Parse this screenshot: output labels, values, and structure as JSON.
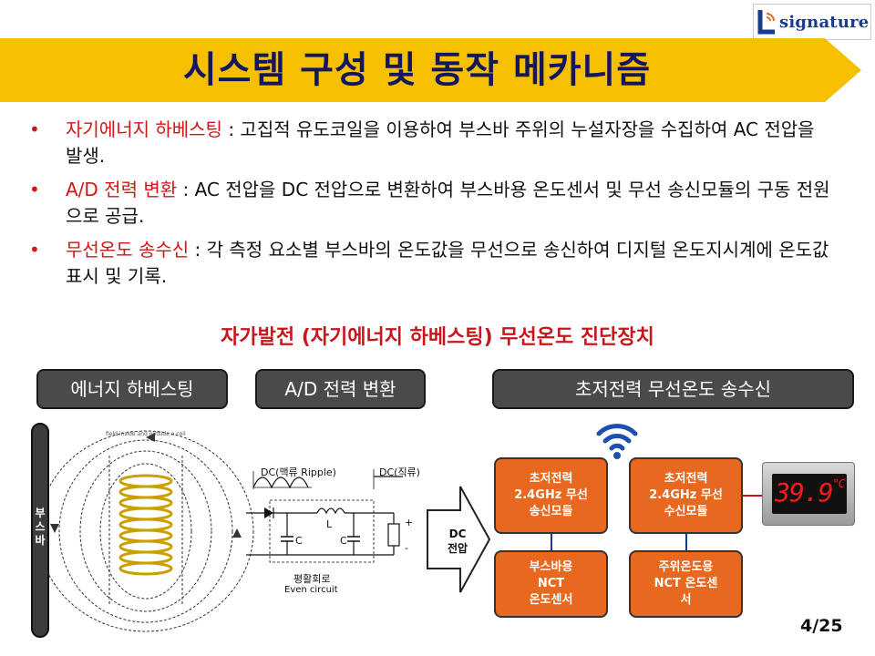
{
  "logo": {
    "text": "signature"
  },
  "title": "시스템 구성 및 동작 메카니즘",
  "bullets": [
    {
      "key": "자기에너지 하베스팅",
      "text": " : 고집적 유도코일을 이용하여 부스바 주위의 누설자장을 수집하여 AC 전압을 발생."
    },
    {
      "key": "A/D 전력 변환",
      "text": " : AC 전압을 DC 전압으로 변환하여 부스바용 온도센서 및 무선 송신모듈의 구동 전원으로 공급."
    },
    {
      "key": "무선온도 송수신",
      "text": " :  각 측정 요소별 부스바의 온도값을 무선으로 송신하여 디지털 온도지시계에 온도값 표시 및 기록."
    }
  ],
  "subtitle": "자가발전 (자기에너지 하베스팅) 무선온도 진단장치",
  "pills": {
    "harvesting": "에너지 하베스팅",
    "conversion": "A/D 전력 변환",
    "wireless": "초저전력 무선온도 송수신"
  },
  "busbar_label": "부스바",
  "field_caption": "field inside and outside a coil",
  "circuit": {
    "dc_ripple": "DC(맥류 Ripple)",
    "dc_pure": "DC(직류)",
    "inductor": "L",
    "capacitor_1": "C",
    "capacitor_2": "C",
    "smoothing_ko": "평활회로",
    "smoothing_en": "Even circuit",
    "plus": "+",
    "minus": "-"
  },
  "arrow_text": {
    "line1": "DC",
    "line2": "전압"
  },
  "modules": {
    "tx": {
      "line1": "초저전력",
      "line2": "2.4GHz 무선",
      "line3": "송신모듈"
    },
    "rx": {
      "line1": "초저전력",
      "line2": "2.4GHz 무선",
      "line3": "수신모듈"
    },
    "busbar_sensor": {
      "line1": "부스바용",
      "line2": "NCT",
      "line3": "온도센서"
    },
    "ambient_sensor": {
      "line1": "주위온도용",
      "line2": "NCT 온도센",
      "line3": "서"
    }
  },
  "display": {
    "value": "39.9",
    "unit": "°C"
  },
  "page_number": "4/25",
  "colors": {
    "banner": "#f5c000",
    "title": "#14175e",
    "accent_red": "#d01616",
    "module_orange": "#e8681f",
    "pill_gray": "#4a4a4a"
  }
}
